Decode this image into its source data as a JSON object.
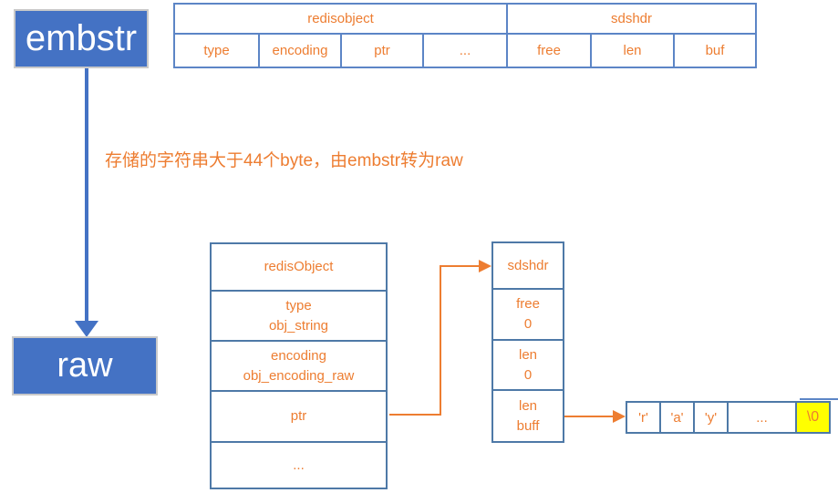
{
  "colors": {
    "accent_blue": "#4472C4",
    "accent_orange": "#ED7D31",
    "highlight_yellow": "#FFFF00",
    "table_border_light_blue": "#5C85C6",
    "table_border_steel_blue": "#4E79A7"
  },
  "boxes": {
    "embstr": "embstr",
    "raw": "raw"
  },
  "annotation": {
    "text": "存储的字符串大于44个byte，由embstr转为raw"
  },
  "top_table": {
    "header_redisobject": "redisobject",
    "header_sdshdr": "sdshdr",
    "cells": [
      "type",
      "encoding",
      "ptr",
      "...",
      "free",
      "len",
      "buf"
    ]
  },
  "redis_object_table": {
    "title": "redisObject",
    "row_type": [
      "type",
      "obj_string"
    ],
    "row_encoding": [
      "encoding",
      "obj_encoding_raw"
    ],
    "row_ptr": "ptr",
    "row_more": "..."
  },
  "sdshdr_table": {
    "title": "sdshdr",
    "row_free": [
      "free",
      "0"
    ],
    "row_len": [
      "len",
      "0"
    ],
    "row_buf": [
      "len",
      "buff"
    ]
  },
  "char_array": {
    "cells": [
      "'r'",
      "'a'",
      "'y'",
      "...",
      "\\0"
    ]
  }
}
